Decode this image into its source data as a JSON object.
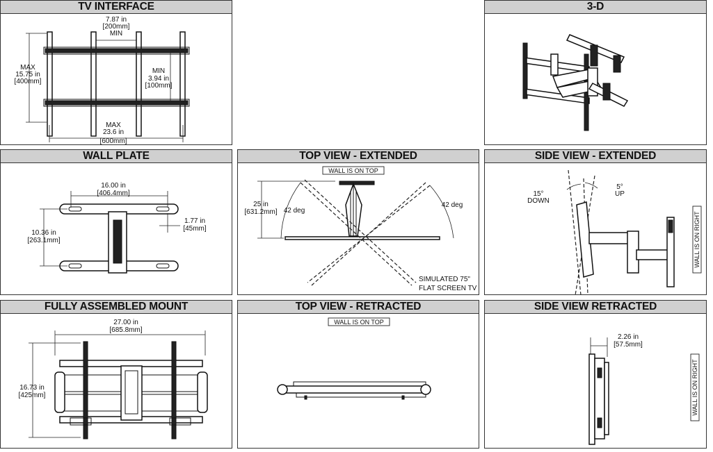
{
  "panels": {
    "tv_interface": {
      "title": "TV INTERFACE",
      "min_w": "7.87 in",
      "min_w_mm": "[200mm]",
      "min_w_tag": "MIN",
      "max_h_tag": "MAX",
      "max_h": "15.75 in",
      "max_h_mm": "[400mm]",
      "min_h_tag": "MIN",
      "min_h": "3.94 in",
      "min_h_mm": "[100mm]",
      "max_w_tag": "MAX",
      "max_w": "23.6 in",
      "max_w_mm": "[600mm]"
    },
    "three_d": {
      "title": "3-D"
    },
    "wall_plate": {
      "title": "WALL PLATE",
      "width": "16.00 in",
      "width_mm": "[406.4mm]",
      "height": "10.36 in",
      "height_mm": "[263.1mm]",
      "slot": "1.77 in",
      "slot_mm": "[45mm]"
    },
    "top_extended": {
      "title": "TOP VIEW - EXTENDED",
      "wall_label": "WALL IS ON TOP",
      "depth": "25 in",
      "depth_mm": "[631.2mm]",
      "angle_left": "42 deg",
      "angle_right": "42 deg",
      "screen_note_1": "SIMULATED 75\"",
      "screen_note_2": "FLAT SCREEN TV"
    },
    "side_extended": {
      "title": "SIDE VIEW - EXTENDED",
      "down_deg": "15°",
      "down_label": "DOWN",
      "up_deg": "5°",
      "up_label": "UP",
      "wall_label": "WALL IS ON RIGHT"
    },
    "assembled": {
      "title": "FULLY ASSEMBLED MOUNT",
      "width": "27.00 in",
      "width_mm": "[685.8mm]",
      "height": "16.73 in",
      "height_mm": "[425mm]"
    },
    "top_retracted": {
      "title": "TOP VIEW - RETRACTED",
      "wall_label": "WALL IS ON TOP"
    },
    "side_retracted": {
      "title": "SIDE VIEW RETRACTED",
      "depth": "2.26 in",
      "depth_mm": "[57.5mm]",
      "wall_label": "WALL IS ON RIGHT"
    }
  }
}
